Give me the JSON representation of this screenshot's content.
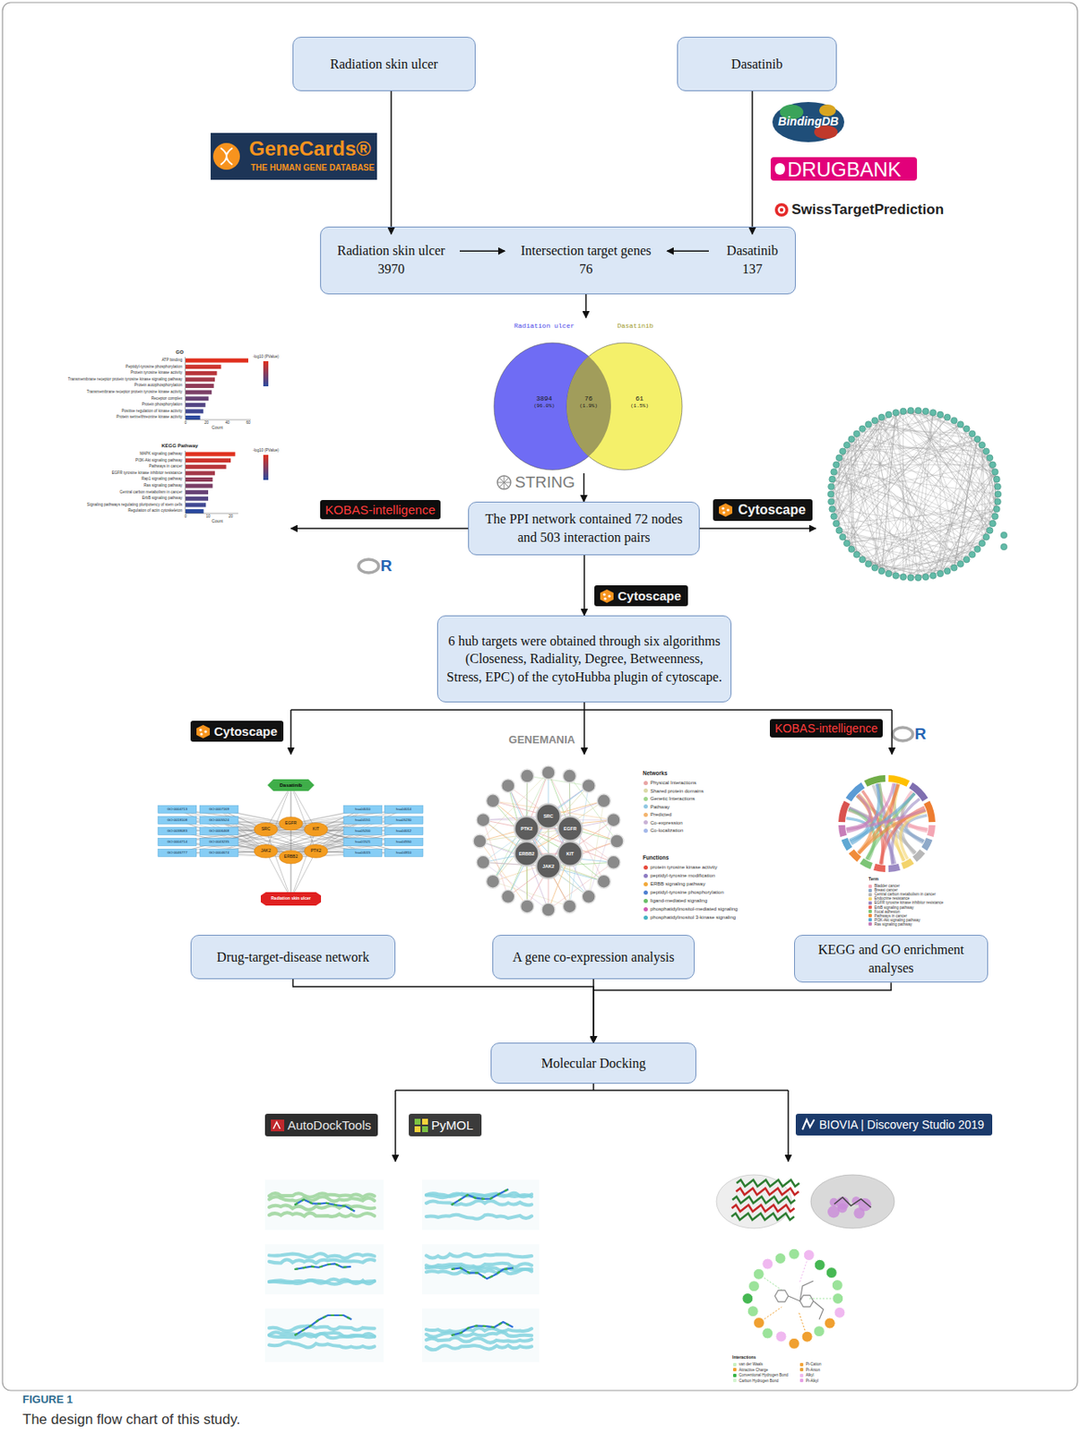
{
  "diagram": {
    "caption": "The design flow chart of this study.",
    "nodes": [
      {
        "text": [
          "Radiation skin ulcer"
        ]
      },
      {
        "text": [
          "Dasatinib"
        ]
      },
      {
        "text": []
      },
      {
        "text": [
          "Radiation skin ulcer",
          "3970"
        ],
        "in": 2
      },
      {
        "text": [
          "Intersection target genes",
          "76"
        ],
        "in": 2
      },
      {
        "text": [
          "Dasatinib",
          "137"
        ],
        "in": 2
      },
      {
        "text": [
          "The PPI network contained 72 nodes and 503 interaction pairs"
        ]
      },
      {
        "text": [
          "6 hub targets were obtained through six algorithms (Closeness, Radiality, Degree, Betweenness, Stress, EPC) of the cytoHubba plugin of cytoscape."
        ]
      },
      {
        "text": [
          "Drug-target-disease network"
        ]
      },
      {
        "text": [
          "A gene co-expression analysis"
        ]
      },
      {
        "text": [
          "KEGG and GO enrichment analyses"
        ]
      },
      {
        "text": [
          "Molecular Docking"
        ]
      }
    ],
    "edges": [
      {
        "from": 0,
        "to": 3,
        "arrow": "to"
      },
      {
        "from": 1,
        "to": 5,
        "arrow": "to"
      },
      {
        "from": 3,
        "to": 4,
        "arrow": "to"
      },
      {
        "from": 5,
        "to": 4,
        "arrow": "to"
      },
      {
        "from": 6,
        "to": 7,
        "arrow": "to"
      },
      {
        "from": 8,
        "to": 11,
        "arrow": "to"
      },
      {
        "from": 9,
        "to": 11,
        "arrow": "to"
      },
      {
        "from": 10,
        "to": 11,
        "arrow": "to"
      }
    ],
    "labels": [
      "GeneCards®",
      "THE HUMAN GENE DATABASE",
      "BindingDB",
      "DRUGBANK",
      "SwissTargetPrediction",
      "Radiation ulcer",
      "Dasatinib",
      "3894",
      "(96.0%)",
      "76",
      "(1.9%)",
      "61",
      "(1.5%)",
      "STRING",
      "KOBAS-intelligence",
      "R",
      "Cytoscape",
      "Cytoscape",
      "GO",
      "ATP binding",
      "Peptidyl-tyrosine phosphorylation",
      "Protein tyrosine kinase activity",
      "Transmembrane receptor protein tyrosine kinase signaling pathway",
      "Protein autophosphorylation",
      "Transmembrane receptor protein tyrosine kinase activity",
      "Receptor complex",
      "Protein phosphorylation",
      "Positive regulation of kinase activity",
      "Protein serine/threonine kinase activity",
      "Count",
      "-log10 (PValue)",
      "0",
      "20",
      "40",
      "60",
      "KEGG Pathway",
      "MAPK signaling pathway",
      "PI3K-Akt signaling pathway",
      "Pathways in cancer",
      "EGFR tyrosine kinase inhibitor resistance",
      "Rap1 signaling pathway",
      "Ras signaling pathway",
      "Central carbon metabolism in cancer",
      "ErbB signaling pathway",
      "Signaling pathways regulating pluripotency of stem cells",
      "Regulation of actin cytoskeleton",
      "Count",
      "-log10 (PValue)",
      "0",
      "10",
      "20",
      "Cytoscape",
      "GENEMANIA",
      "KOBAS-intelligence",
      "R",
      "Dasatinib",
      "Radiation skin ulcer",
      "SRC",
      "EGFR",
      "KIT",
      "JAK2",
      "ERBB2",
      "PTK2",
      "GO:0004713",
      "GO:0018108",
      "GO:0038083",
      "GO:0004714",
      "GO:0046777",
      "GO:0007169",
      "GO:0005524",
      "GO:0006468",
      "GO:0043235",
      "GO:0004674",
      "hsa04010",
      "hsa04151",
      "hsa05200",
      "hsa01521",
      "hsa04015",
      "hsa04014",
      "hsa05230",
      "hsa04012",
      "hsa04550",
      "hsa04810",
      "SRC",
      "EGFR",
      "KIT",
      "JAK2",
      "ERBB2",
      "PTK2",
      "Networks",
      "Functions",
      "Term",
      "AutoDockTools",
      "PyMOL",
      "BIOVIA | Discovery Studio 2019",
      "Interactions",
      "FIGURE 1"
    ],
    "legend": [
      {
        "text": "Physical Interactions",
        "color": "#e8a4a4"
      },
      {
        "text": "Shared protein domains",
        "color": "#dad9a6"
      },
      {
        "text": "Genetic Interactions",
        "color": "#9fd58c"
      },
      {
        "text": "Pathway",
        "color": "#8fc7e3"
      },
      {
        "text": "Predicted",
        "color": "#f3b46e"
      },
      {
        "text": "Co-expression",
        "color": "#c9b2d6"
      },
      {
        "text": "Co-localization",
        "color": "#a4b8ea"
      },
      {
        "text": "protein tyrosine kinase activity",
        "color": "#e64a3b"
      },
      {
        "text": "peptidyl-tyrosine modification",
        "color": "#8e7cc3"
      },
      {
        "text": "ERBB signaling pathway",
        "color": "#f2a93b"
      },
      {
        "text": "peptidyl-tyrosine phosphorylation",
        "color": "#4d7fd1"
      },
      {
        "text": "ligand-mediated signaling",
        "color": "#6abf69"
      },
      {
        "text": "phosphatidylinositol-mediated signaling",
        "color": "#d05cb3"
      },
      {
        "text": "phosphatidylinositol 3-kinase signaling",
        "color": "#45b3c4"
      },
      {
        "text": "Bladder cancer",
        "color": "#f4a6b4"
      },
      {
        "text": "Breast cancer",
        "color": "#8ea9c9"
      },
      {
        "text": "Central carbon metabolism in cancer",
        "color": "#b7b7b7"
      },
      {
        "text": "Endocrine resistance",
        "color": "#f3d36b"
      },
      {
        "text": "EGFR tyrosine kinase inhibitor resistance",
        "color": "#9b8ac4"
      },
      {
        "text": "ErbB signaling pathway",
        "color": "#e8655a"
      },
      {
        "text": "Focal adhesion",
        "color": "#7cc576"
      },
      {
        "text": "Pathways in cancer",
        "color": "#f08c3a"
      },
      {
        "text": "PI3K-Akt signaling pathway",
        "color": "#5fa8d3"
      },
      {
        "text": "Ras signaling pathway",
        "color": "#c77db8"
      },
      {
        "text": "van der Waals",
        "color": "#c8f0c0"
      },
      {
        "text": "Attractive Charge",
        "color": "#f0a030"
      },
      {
        "text": "Conventional Hydrogen Bond",
        "color": "#39b54a"
      },
      {
        "text": "Carbon Hydrogen Bond",
        "color": "#d4f5d0"
      },
      {
        "text": "Pi-Cation",
        "color": "#f3a33a"
      },
      {
        "text": "Pi-Anion",
        "color": "#e8a13a"
      },
      {
        "text": "Alkyl",
        "color": "#f0b8f0"
      },
      {
        "text": "Pi-Alkyl",
        "color": "#e6a0e6"
      }
    ]
  }
}
